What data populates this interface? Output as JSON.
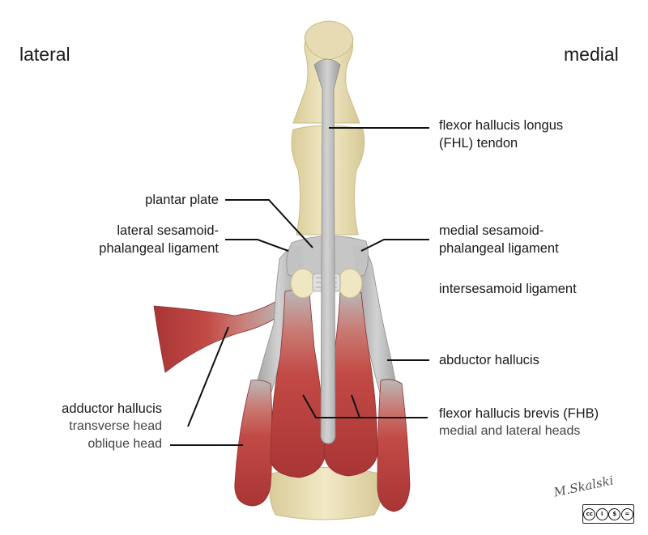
{
  "side_labels": {
    "left": "lateral",
    "right": "medial"
  },
  "labels": {
    "fhl": {
      "line1": "flexor hallucis longus",
      "line2": "(FHL) tendon"
    },
    "plantar_plate": "plantar plate",
    "lateral_sesamoid": {
      "line1": "lateral sesamoid-",
      "line2": "phalangeal ligament"
    },
    "medial_sesamoid": {
      "line1": "medial sesamoid-",
      "line2": "phalangeal ligament"
    },
    "intersesamoid": "intersesamoid ligament",
    "abductor": "abductor hallucis",
    "adductor": {
      "title": "adductor hallucis",
      "transverse": "transverse head",
      "oblique": "oblique head"
    },
    "fhb": {
      "title": "flexor hallucis brevis (FHB)",
      "sub": "medial and lateral heads"
    }
  },
  "signature": "M.Skalski",
  "license_badge": "cc by nc nd",
  "colors": {
    "bone": "#ece1b8",
    "tendon": "#b9b9b9",
    "muscle": "#b83b3b",
    "leader_line": "#111111"
  }
}
